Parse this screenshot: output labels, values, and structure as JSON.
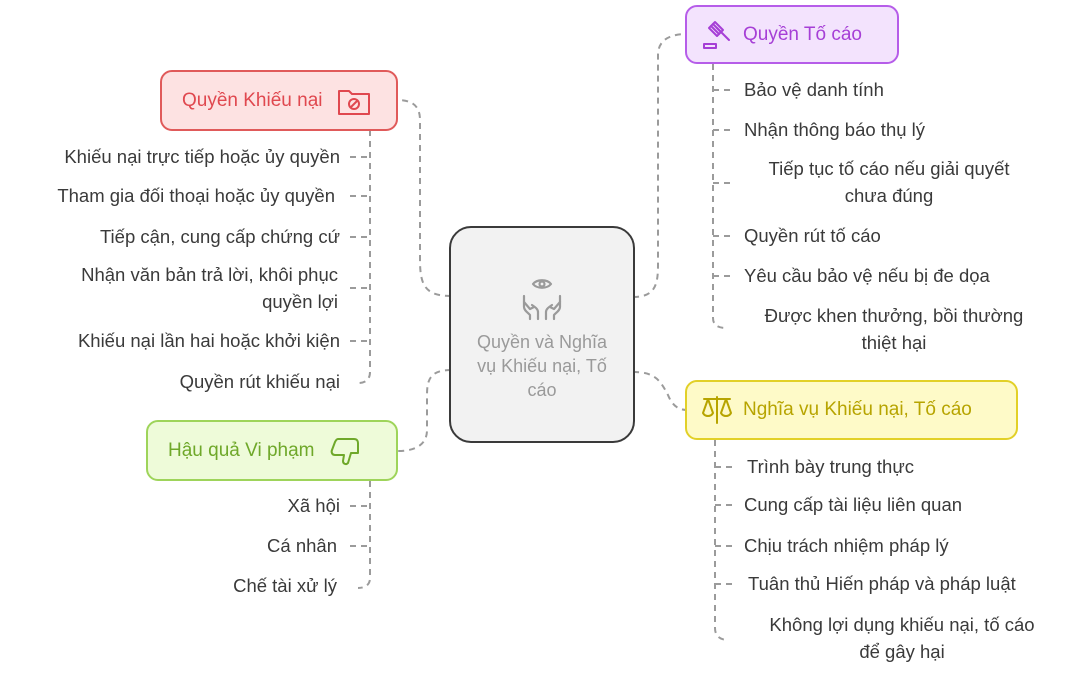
{
  "center": {
    "label": "Quyền và Nghĩa vụ Khiếu nại, Tố cáo",
    "icon": "eye-hands-icon"
  },
  "colors": {
    "complaint": {
      "fill": "#fde2e2",
      "stroke": "#e05a5a",
      "text": "#e0484f"
    },
    "denounce": {
      "fill": "#f3e3fd",
      "stroke": "#b65de9",
      "text": "#a63fd6"
    },
    "obligation": {
      "fill": "#fefac8",
      "stroke": "#e2d028",
      "text": "#b7a400"
    },
    "consequence": {
      "fill": "#eefbd9",
      "stroke": "#9ed45a",
      "text": "#6fa82a"
    },
    "connector": "#9b9b9b",
    "item_text": "#3a3a3a"
  },
  "branches": {
    "complaint": {
      "title": "Quyền Khiếu nại",
      "icon": "folder-blocked-icon",
      "items": [
        "Khiếu nại trực tiếp hoặc ủy quyền",
        "Tham gia đối thoại hoặc ủy quyền",
        "Tiếp cận, cung cấp chứng cứ",
        "Nhận văn bản trả lời, khôi phục\nquyền lợi",
        "Khiếu nại lần hai hoặc khởi kiện",
        "Quyền rút khiếu nại"
      ]
    },
    "denounce": {
      "title": "Quyền Tố cáo",
      "icon": "gavel-icon",
      "items": [
        "Bảo vệ danh tính",
        "Nhận thông báo thụ lý",
        "Tiếp tục tố cáo nếu giải quyết\nchưa đúng",
        "Quyền rút tố cáo",
        "Yêu cầu bảo vệ nếu bị đe dọa",
        "Được khen thưởng, bồi thường\nthiệt hại"
      ]
    },
    "obligation": {
      "title": "Nghĩa vụ Khiếu nại, Tố cáo",
      "icon": "scales-icon",
      "items": [
        "Trình bày trung thực",
        "Cung cấp tài liệu liên quan",
        "Chịu trách nhiệm pháp lý",
        "Tuân thủ Hiến pháp và pháp luật",
        "Không lợi dụng khiếu nại, tố cáo\nđể gây hại"
      ]
    },
    "consequence": {
      "title": "Hậu quả Vi phạm",
      "icon": "thumbs-down-icon",
      "items": [
        "Xã hội",
        "Cá nhân",
        "Chế tài xử lý"
      ]
    }
  }
}
